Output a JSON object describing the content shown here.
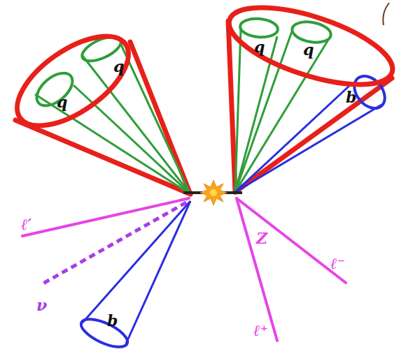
{
  "diagram": {
    "labels": [
      "q",
      "q",
      "q",
      "q",
      "b",
      "ℓ′",
      "ν",
      "Z",
      "ℓ⁻",
      "ℓ⁺",
      "b"
    ]
  }
}
